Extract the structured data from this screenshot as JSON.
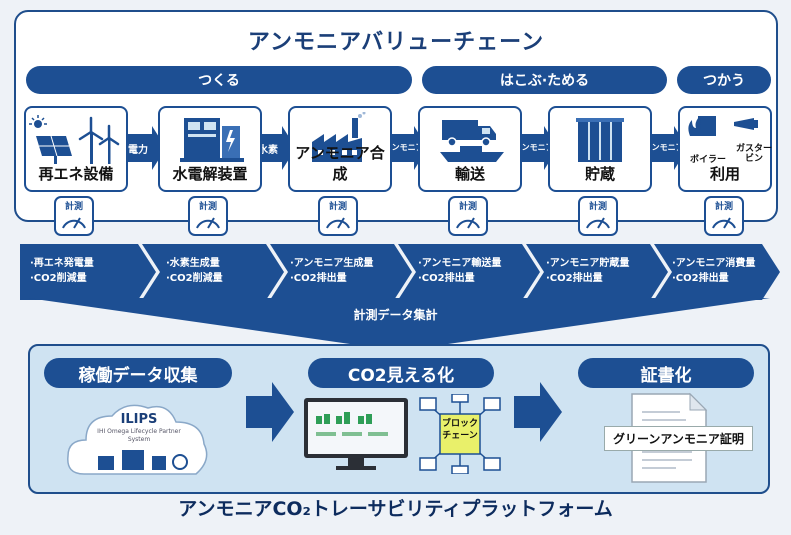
{
  "title": "アンモニアバリューチェーン",
  "phases": [
    "つくる",
    "はこぶ·ためる",
    "つかう"
  ],
  "stages": [
    "再エネ設備",
    "水電解装置",
    "アンモニア合成",
    "輸送",
    "貯蔵",
    "利用"
  ],
  "utilization_subs": [
    "ボイラー",
    "ガスター ビン"
  ],
  "flows": [
    "電力",
    "水素",
    "アンモニア",
    "アンモニア",
    "アンモニア"
  ],
  "measure_label": "計測",
  "measurements": [
    [
      "·再エネ発電量",
      "·CO2削減量"
    ],
    [
      "·水素生成量",
      "·CO2削減量"
    ],
    [
      "·アンモニア生成量",
      "·CO2排出量"
    ],
    [
      "·アンモニア輸送量",
      "·CO2排出量"
    ],
    [
      "·アンモニア貯蔵量",
      "·CO2排出量"
    ],
    [
      "·アンモニア消費量",
      "·CO2排出量"
    ]
  ],
  "aggregate_label": "計測データ集計",
  "platform_steps": [
    "稼働データ収集",
    "CO2見える化",
    "証書化"
  ],
  "ilips": {
    "name": "ILIPS",
    "subtitle": "IHI Omega Lifecycle Partner System"
  },
  "blockchain_label": [
    "ブロック",
    "チェーン"
  ],
  "certificate_label": "グリーンアンモニア証明",
  "platform_title": "アンモニアCO₂トレーサビリティプラットフォーム",
  "colors": {
    "primary": "#1d4f93",
    "frame": "#1f4e8c",
    "panel": "#cfe3f2"
  }
}
